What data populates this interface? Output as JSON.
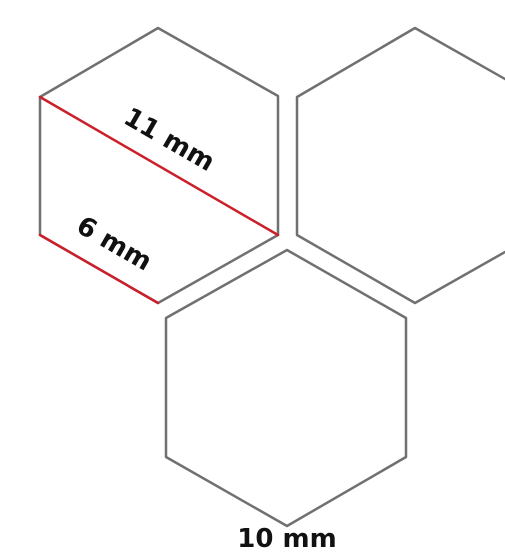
{
  "hexagon_tiles": [
    {
      "name": "top-left-hexagon"
    },
    {
      "name": "top-right-hexagon"
    },
    {
      "name": "bottom-hexagon"
    }
  ],
  "measurements": {
    "diagonal_label": "11 mm",
    "edge_label": "6 mm",
    "width_label": "10 mm"
  },
  "colors": {
    "outline": "#707070",
    "measure_line": "#cc1f2a",
    "text": "#111111",
    "background": "#ffffff"
  }
}
